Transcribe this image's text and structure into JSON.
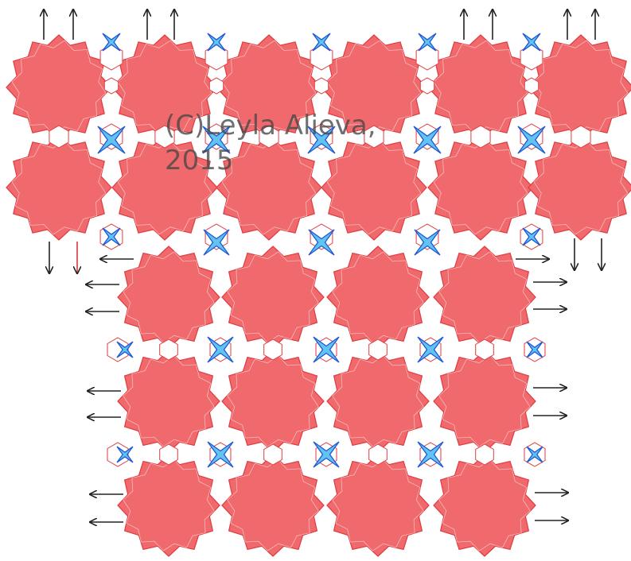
{
  "watermark": {
    "line1": "(C)Leyla Alieva,",
    "line2": "2015"
  },
  "colors": {
    "star_fill": "#f0696c",
    "star_stroke": "#e23a3f",
    "star_inner": "#ffffff",
    "cross_fill": "#62c3f0",
    "cross_stroke": "#1f58d6",
    "arrow": "#222222",
    "arrow_accent": "#d5383a"
  },
  "pattern": {
    "motif": "twelve-point-star",
    "connector": "four-point-cross",
    "top_block": {
      "rows": 2,
      "cols": 6
    },
    "bottom_block": {
      "rows": 3,
      "cols": 4
    }
  }
}
